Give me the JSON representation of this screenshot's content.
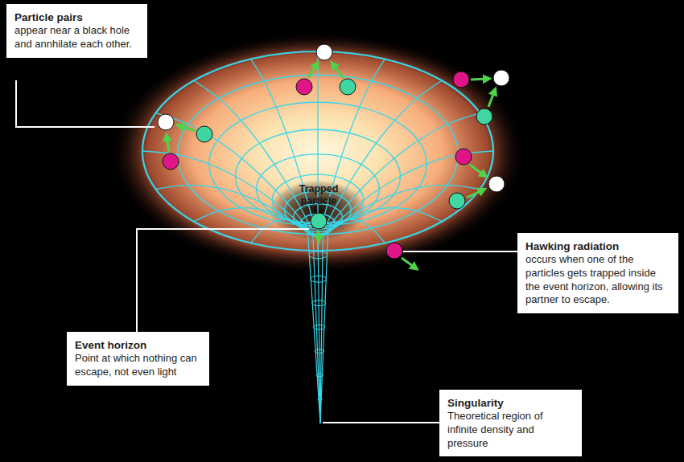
{
  "diagram": {
    "nodes": [
      {
        "text": [
          "Particle pairs",
          "appear near a black hole and annhilate each other."
        ]
      },
      {
        "text": [
          "Hawking radiation",
          "occurs when one of the particles gets trapped inside the event horizon, allowing its partner to escape."
        ]
      },
      {
        "text": [
          "Event horizon",
          "Point at which nothing can escape, not even light"
        ]
      },
      {
        "text": [
          "Singularity",
          "Theoretical region of infinite density and pressure"
        ]
      }
    ],
    "labels": [
      "Trapped particle"
    ]
  }
}
